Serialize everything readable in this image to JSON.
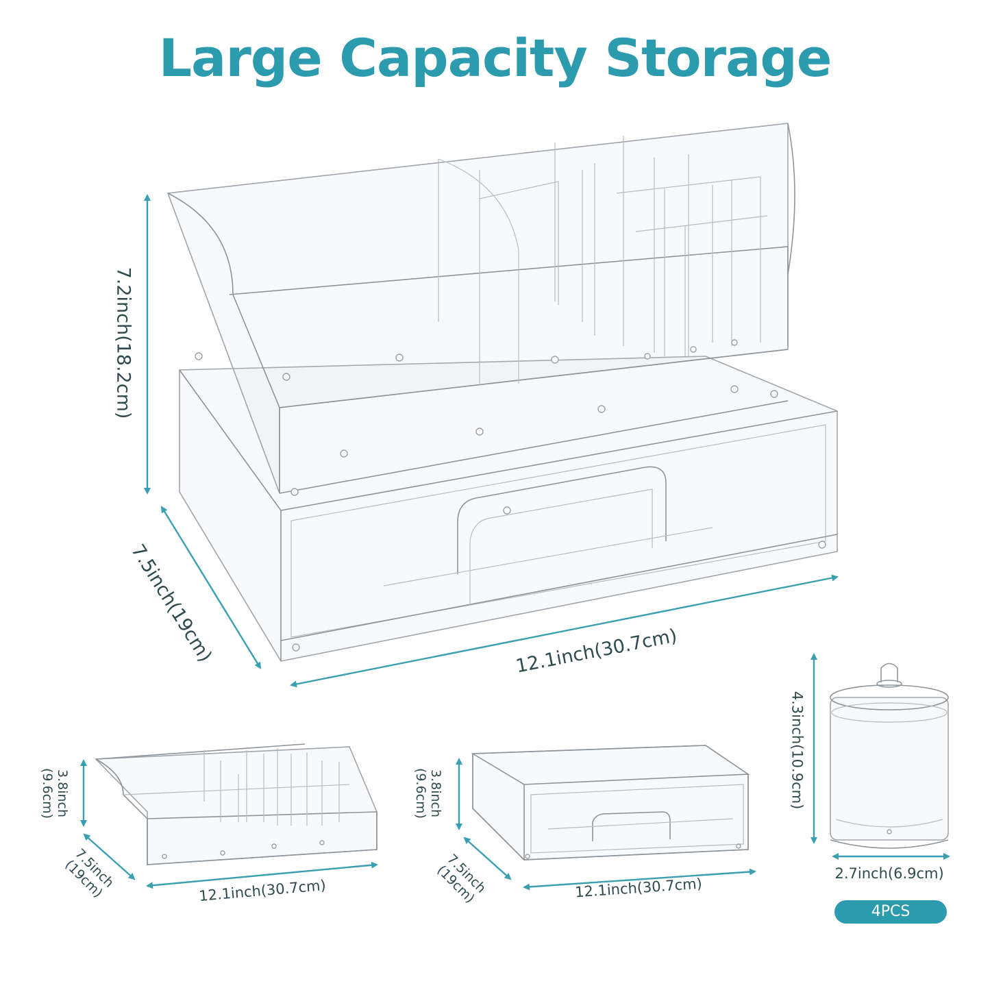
{
  "title": "Large Capacity Storage",
  "accent_color": "#2b9bad",
  "arrow_color": "#3a9fb0",
  "main_unit": {
    "height_label": "7.2inch(18.2cm)",
    "depth_label": "7.5inch(19cm)",
    "width_label": "12.1inch(30.7cm)"
  },
  "top_organizer": {
    "height_label_line1": "3.8inch",
    "height_label_line2": "(9.6cm)",
    "depth_label_line1": "7.5inch",
    "depth_label_line2": "(19cm)",
    "width_label": "12.1inch(30.7cm)"
  },
  "drawer_unit": {
    "height_label_line1": "3.8inch",
    "height_label_line2": "(9.6cm)",
    "depth_label_line1": "7.5inch",
    "depth_label_line2": "(19cm)",
    "width_label": "12.1inch(30.7cm)"
  },
  "jar": {
    "height_label": "4.3inch(10.9cm)",
    "width_label": "2.7inch(6.9cm)",
    "badge": "4PCS"
  }
}
